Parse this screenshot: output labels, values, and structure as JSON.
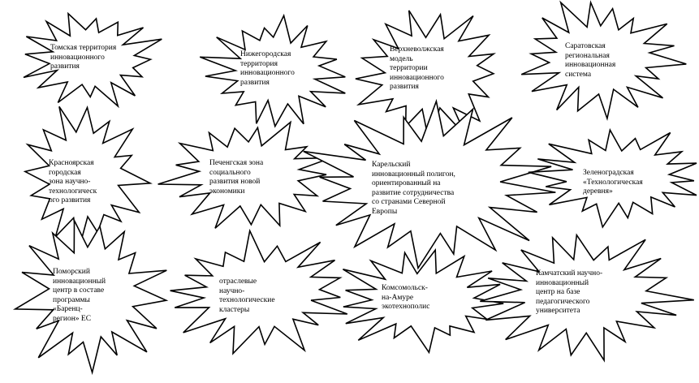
{
  "diagram": {
    "bursts": [
      {
        "id": "tomsk",
        "text": "Томская территория\nинновационного\nразвития"
      },
      {
        "id": "nizhny",
        "text": "Нижегородская\nтерритория\nинновационного\nразвития"
      },
      {
        "id": "volga",
        "text": "Верхневолжская\nмодель\nтерритории\nинновационного\nразвития"
      },
      {
        "id": "saratov",
        "text": "Саратовская\nрегиональная\nинновационная\nсистема"
      },
      {
        "id": "krasnoyarsk",
        "text": "Красноярская\nгородская\nзона научно-\nтехнологическ\nого развития"
      },
      {
        "id": "pechenga",
        "text": "Печенгская зона\nсоциального\nразвития новой\nэкономики"
      },
      {
        "id": "karelia",
        "text": "Карельский\nинновационный полигон,\nориентированный на\nразвитие сотрудничества\nсо странами Северной\nЕвропы"
      },
      {
        "id": "zelenograd",
        "text": "Зеленоградская\n«Технологическая\nдеревня»"
      },
      {
        "id": "pomor",
        "text": "Поморский\nинновационный\nцентр в составе\nпрограммы\n«Баренц-\nрегион» ЕС"
      },
      {
        "id": "clusters",
        "text": "отраслевые\nнаучно-\nтехнологические\nкластеры"
      },
      {
        "id": "komsomolsk",
        "text": "Комсомольск-\nна-Амуре\nэкотехнополис"
      },
      {
        "id": "kamchatka",
        "text": "Камчатский научно-\nинновационный\nцентр на базе\nпедагогического\nуниверситета"
      }
    ]
  }
}
